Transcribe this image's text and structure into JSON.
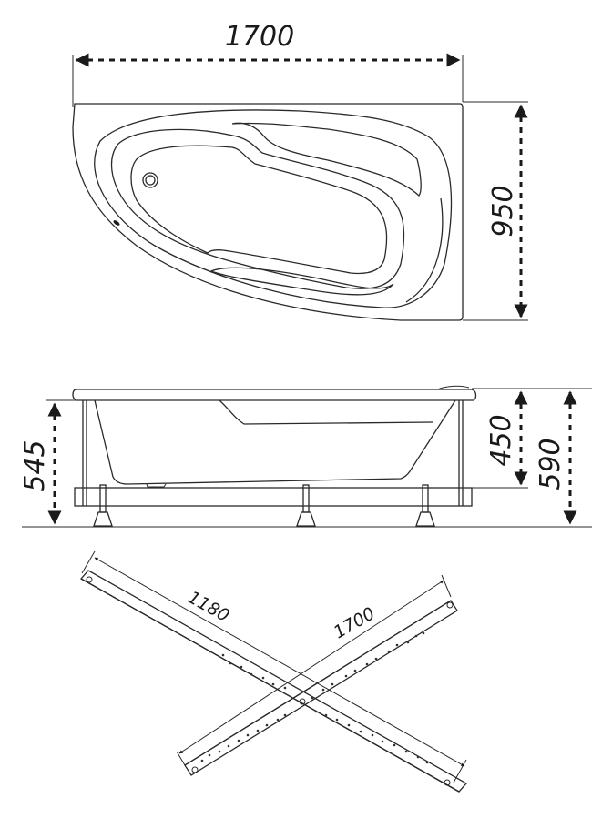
{
  "top_view": {
    "width_label": "1700",
    "depth_label": "950"
  },
  "side_view": {
    "frame_height_label": "545",
    "bowl_depth_label": "450",
    "total_height_label": "590"
  },
  "frame_view": {
    "short_bar_label": "1180",
    "long_bar_label": "1700"
  },
  "colors": {
    "line": "#2a2a2a",
    "background": "#ffffff"
  }
}
